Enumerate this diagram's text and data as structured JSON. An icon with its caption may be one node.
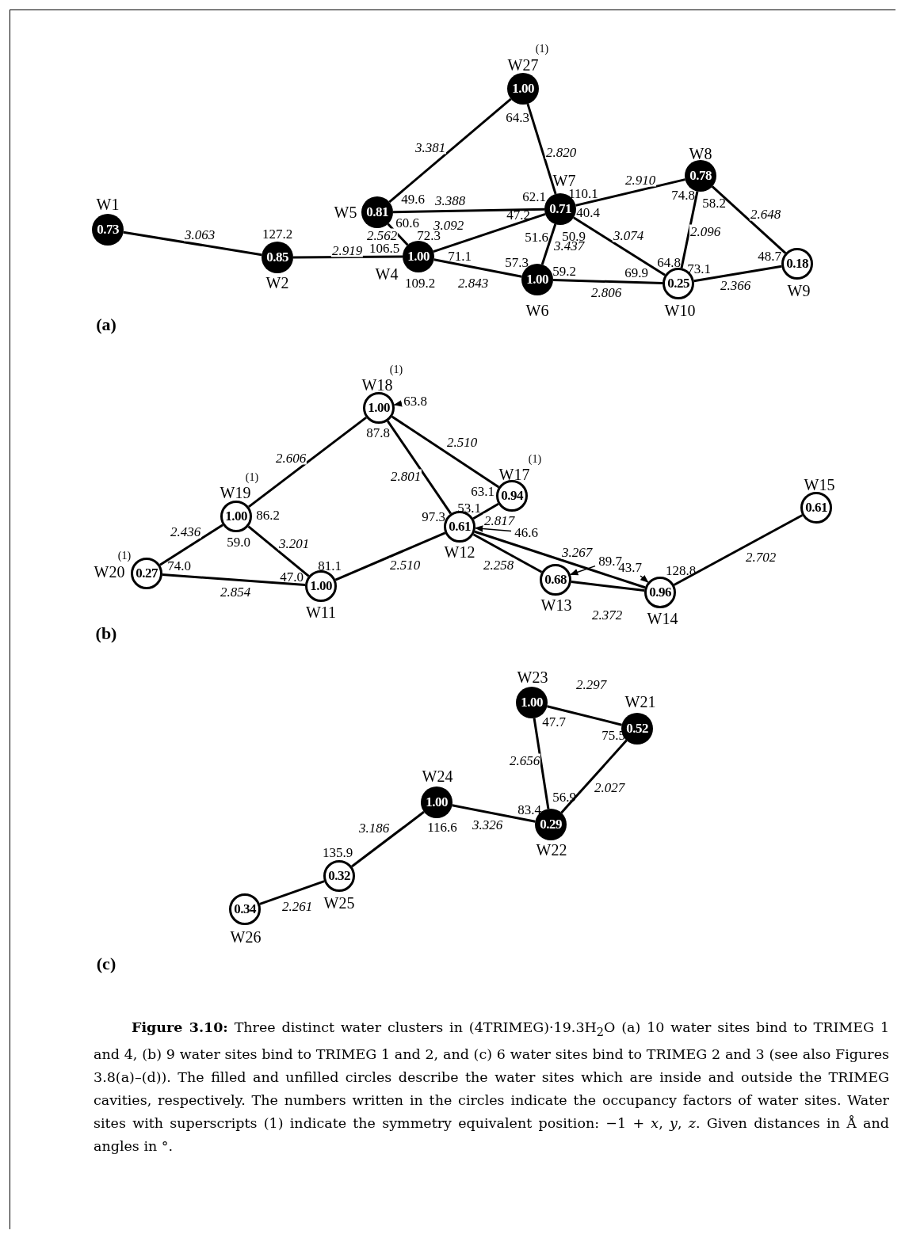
{
  "diagram": {
    "caption": "**Figure 3.10:** Three distinct water clusters in (4TRIMEG)·19.3H$_{2}$O (a) 10 water sites bind to TRIMEG 1 and 4, (b) 9 water sites bind to TRIMEG 1 and 2, and (c) 6 water sites bind to TRIMEG 2 and 3 (see also Figures 3.8(a)–(d)). The filled and unfilled circles describe the water sites which are inside and outside the TRIMEG cavities, respectively. The numbers written in the circles indicate the occupancy factors of water sites. Water sites with superscripts (1) indicate the symmetry equivalent position: −1 + *x*, *y*, *z*. Given distances in Å and angles in °.",
    "nodes": [
      {
        "text": [
          "1.00"
        ],
        "beside": [
          "W27",
          "(1)"
        ]
      },
      {
        "text": [
          "0.78"
        ],
        "beside": [
          "W8"
        ]
      },
      {
        "text": [
          "0.73"
        ],
        "beside": [
          "W1"
        ]
      },
      {
        "text": [
          "0.81"
        ],
        "beside": [
          "W5"
        ]
      },
      {
        "text": [
          "0.71"
        ],
        "beside": [
          "W7"
        ]
      },
      {
        "text": [
          "0.85"
        ],
        "beside": [
          "W2"
        ]
      },
      {
        "text": [
          "1.00"
        ],
        "beside": [
          "W4"
        ]
      },
      {
        "text": [
          "0.18"
        ],
        "beside": [
          "W9"
        ]
      },
      {
        "text": [
          "0.25"
        ],
        "beside": [
          "W10"
        ]
      },
      {
        "text": [
          "1.00"
        ],
        "beside": [
          "W6"
        ]
      },
      {
        "text": [
          "1.00"
        ],
        "beside": [
          "W18",
          "(1)"
        ]
      },
      {
        "text": [
          "1.00"
        ],
        "beside": [
          "W19",
          "(1)"
        ]
      },
      {
        "text": [
          "0.94"
        ],
        "beside": [
          "W17",
          "(1)"
        ]
      },
      {
        "text": [
          "0.61"
        ],
        "beside": [
          "W15"
        ]
      },
      {
        "text": [
          "0.61"
        ],
        "beside": [
          "W12"
        ]
      },
      {
        "text": [
          "0.27"
        ],
        "beside": [
          "W20",
          "(1)"
        ]
      },
      {
        "text": [
          "1.00"
        ],
        "beside": [
          "W11"
        ]
      },
      {
        "text": [
          "0.68"
        ],
        "beside": [
          "W13"
        ]
      },
      {
        "text": [
          "0.96"
        ],
        "beside": [
          "W14"
        ]
      },
      {
        "text": [
          "1.00"
        ],
        "beside": [
          "W23"
        ]
      },
      {
        "text": [
          "0.52"
        ],
        "beside": [
          "W21"
        ]
      },
      {
        "text": [
          "1.00"
        ],
        "beside": [
          "W24"
        ]
      },
      {
        "text": [
          "0.29"
        ],
        "beside": [
          "W22"
        ]
      },
      {
        "text": [
          "0.32"
        ],
        "beside": [
          "W25"
        ]
      },
      {
        "text": [
          "0.34"
        ],
        "beside": [
          "W26"
        ]
      },
      {
        "text": [
          "63.8"
        ]
      },
      {
        "text": [
          "46.6"
        ]
      },
      {
        "text": [
          "89.7"
        ]
      },
      {
        "text": [
          "43.7"
        ]
      }
    ],
    "edges": [
      {
        "from": 2,
        "to": 5,
        "arrow": "none",
        "label": "3.063"
      },
      {
        "from": 5,
        "to": 6,
        "arrow": "none",
        "label": "2.919"
      },
      {
        "from": 3,
        "to": 6,
        "arrow": "none",
        "label": "2.562"
      },
      {
        "from": 3,
        "to": 0,
        "arrow": "none",
        "label": "3.381"
      },
      {
        "from": 3,
        "to": 4,
        "arrow": "none",
        "label": "3.388"
      },
      {
        "from": 6,
        "to": 4,
        "arrow": "none",
        "label": "3.092"
      },
      {
        "from": 6,
        "to": 9,
        "arrow": "none",
        "label": "2.843"
      },
      {
        "from": 0,
        "to": 4,
        "arrow": "none",
        "label": "2.820"
      },
      {
        "from": 4,
        "to": 1,
        "arrow": "none",
        "label": "2.910"
      },
      {
        "from": 4,
        "to": 9,
        "arrow": "none",
        "label": "3.437"
      },
      {
        "from": 4,
        "to": 8,
        "arrow": "none",
        "label": "3.074"
      },
      {
        "from": 9,
        "to": 8,
        "arrow": "none",
        "label": "2.806"
      },
      {
        "from": 1,
        "to": 8,
        "arrow": "none",
        "label": "2.096"
      },
      {
        "from": 1,
        "to": 7,
        "arrow": "none",
        "label": "2.648"
      },
      {
        "from": 8,
        "to": 7,
        "arrow": "none",
        "label": "2.366"
      },
      {
        "from": 11,
        "to": 10,
        "arrow": "none",
        "label": "2.606"
      },
      {
        "from": 10,
        "to": 14,
        "arrow": "none",
        "label": "2.801"
      },
      {
        "from": 10,
        "to": 12,
        "arrow": "none",
        "label": "2.510"
      },
      {
        "from": 15,
        "to": 11,
        "arrow": "none",
        "label": "2.436"
      },
      {
        "from": 11,
        "to": 16,
        "arrow": "none",
        "label": "3.201"
      },
      {
        "from": 15,
        "to": 16,
        "arrow": "none",
        "label": "2.854"
      },
      {
        "from": 16,
        "to": 14,
        "arrow": "none",
        "label": "2.510"
      },
      {
        "from": 14,
        "to": 12,
        "arrow": "none",
        "label": "2.817"
      },
      {
        "from": 14,
        "to": 17,
        "arrow": "none",
        "label": "2.258"
      },
      {
        "from": 14,
        "to": 18,
        "arrow": "none",
        "label": "3.267"
      },
      {
        "from": 17,
        "to": 18,
        "arrow": "none",
        "label": "2.372"
      },
      {
        "from": 18,
        "to": 13,
        "arrow": "none",
        "label": "2.702"
      },
      {
        "from": 19,
        "to": 20,
        "arrow": "none",
        "label": "2.297"
      },
      {
        "from": 19,
        "to": 22,
        "arrow": "none",
        "label": "2.656"
      },
      {
        "from": 20,
        "to": 22,
        "arrow": "none",
        "label": "2.027"
      },
      {
        "from": 21,
        "to": 22,
        "arrow": "none",
        "label": "3.326"
      },
      {
        "from": 23,
        "to": 21,
        "arrow": "none",
        "label": "3.186"
      },
      {
        "from": 24,
        "to": 23,
        "arrow": "none",
        "label": "2.261"
      },
      {
        "from": 25,
        "to": 10,
        "arrow": "to"
      },
      {
        "from": 26,
        "to": 14,
        "arrow": "to"
      },
      {
        "from": 27,
        "to": 17,
        "arrow": "to"
      },
      {
        "from": 28,
        "to": 18,
        "arrow": "to"
      }
    ],
    "labels": [
      "127.2",
      "49.6",
      "60.6",
      "72.3",
      "106.5",
      "71.1",
      "109.2",
      "64.3",
      "62.1",
      "110.1",
      "47.2",
      "40.4",
      "51.6",
      "50.9",
      "57.3",
      "59.2",
      "69.9",
      "64.8",
      "73.1",
      "74.8",
      "58.2",
      "48.7",
      "(a)",
      "87.8",
      "86.2",
      "59.0",
      "74.0",
      "47.0",
      "81.1",
      "97.3",
      "53.1",
      "63.1",
      "128.8",
      "(b)",
      "47.7",
      "75.5",
      "56.9",
      "83.4",
      "116.6",
      "135.9",
      "(c)"
    ]
  }
}
